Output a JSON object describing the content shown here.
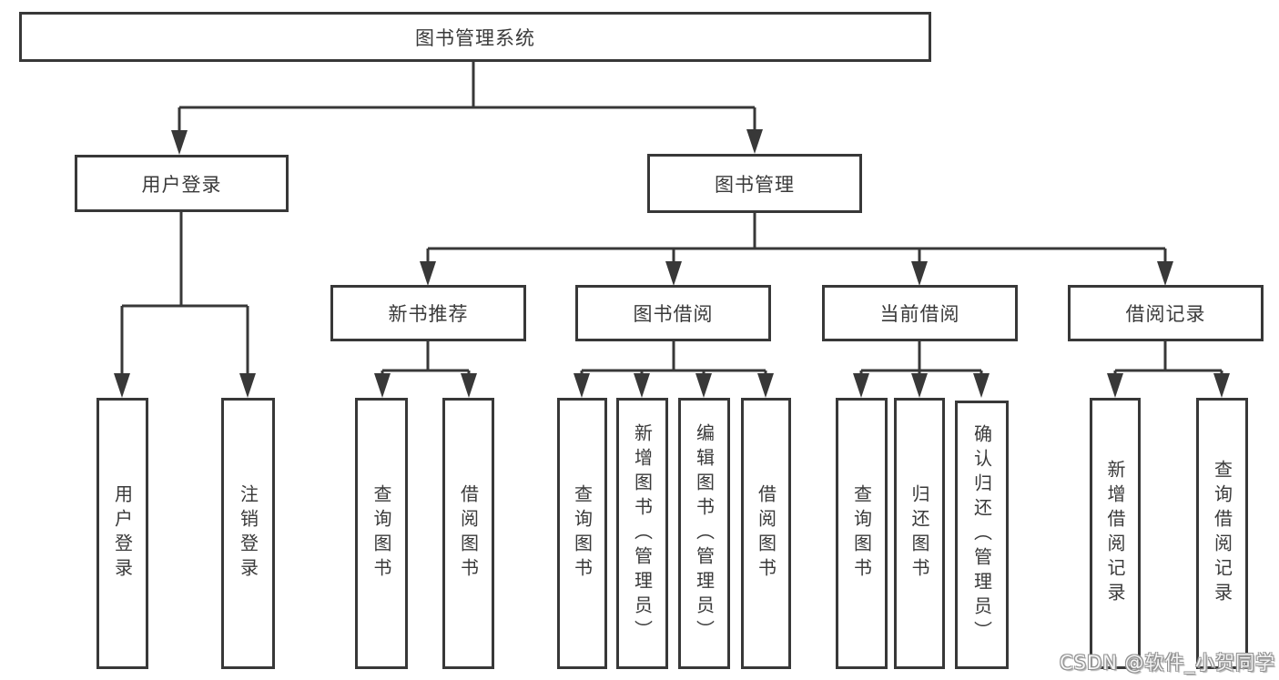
{
  "diagram": {
    "title": "图书管理系统",
    "level2": [
      {
        "label": "用户登录"
      },
      {
        "label": "图书管理"
      }
    ],
    "level3": [
      {
        "label": "新书推荐"
      },
      {
        "label": "图书借阅"
      },
      {
        "label": "当前借阅"
      },
      {
        "label": "借阅记录"
      }
    ],
    "leaves": [
      {
        "label": "用户登录"
      },
      {
        "label": "注销登录"
      },
      {
        "label": "查询图书"
      },
      {
        "label": "借阅图书"
      },
      {
        "label": "查询图书"
      },
      {
        "label": "新增图书（管理员）"
      },
      {
        "label": "编辑图书（管理员）"
      },
      {
        "label": "借阅图书"
      },
      {
        "label": "查询图书"
      },
      {
        "label": "归还图书"
      },
      {
        "label": "确认归还（管理员）"
      },
      {
        "label": "新增借阅记录"
      },
      {
        "label": "查询借阅记录"
      }
    ]
  },
  "watermark": {
    "text": "CSDN @软件_小贺同学"
  }
}
